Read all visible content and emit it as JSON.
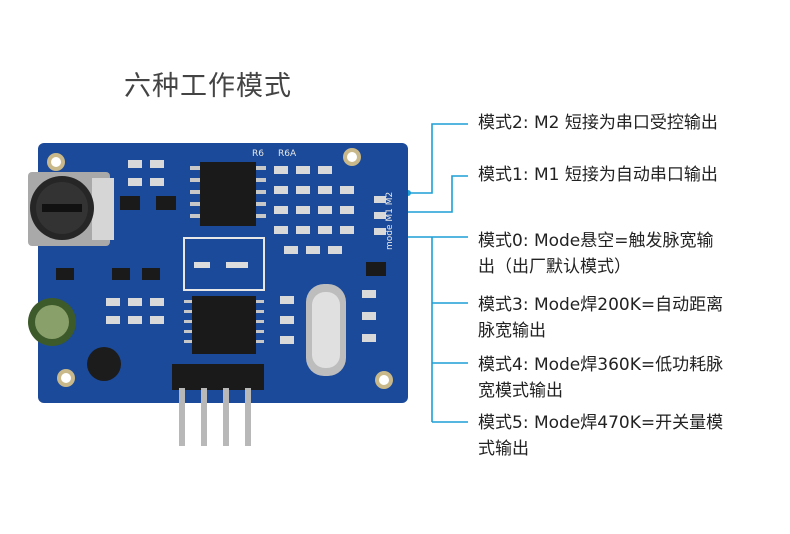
{
  "title": "六种工作模式",
  "colors": {
    "accent": "#1d9fd6",
    "board": "#1b4a9a",
    "text": "#222222",
    "title": "#444444"
  },
  "board": {
    "silkscreen": {
      "r6": "R6",
      "r6a": "R6A",
      "mode": "mode M1 M2"
    }
  },
  "modes": [
    {
      "lines": [
        "模式2: M2 短接为串口受控输出"
      ]
    },
    {
      "lines": [
        "模式1: M1 短接为自动串口输出"
      ]
    },
    {
      "lines": [
        "模式0: Mode悬空=触发脉宽输",
        "出（出厂默认模式）"
      ]
    },
    {
      "lines": [
        "模式3: Mode焊200K=自动距离",
        "脉宽输出"
      ]
    },
    {
      "lines": [
        "模式4: Mode焊360K=低功耗脉",
        "宽模式输出"
      ]
    },
    {
      "lines": [
        "模式5: Mode焊470K=开关量模",
        "式输出"
      ]
    }
  ]
}
